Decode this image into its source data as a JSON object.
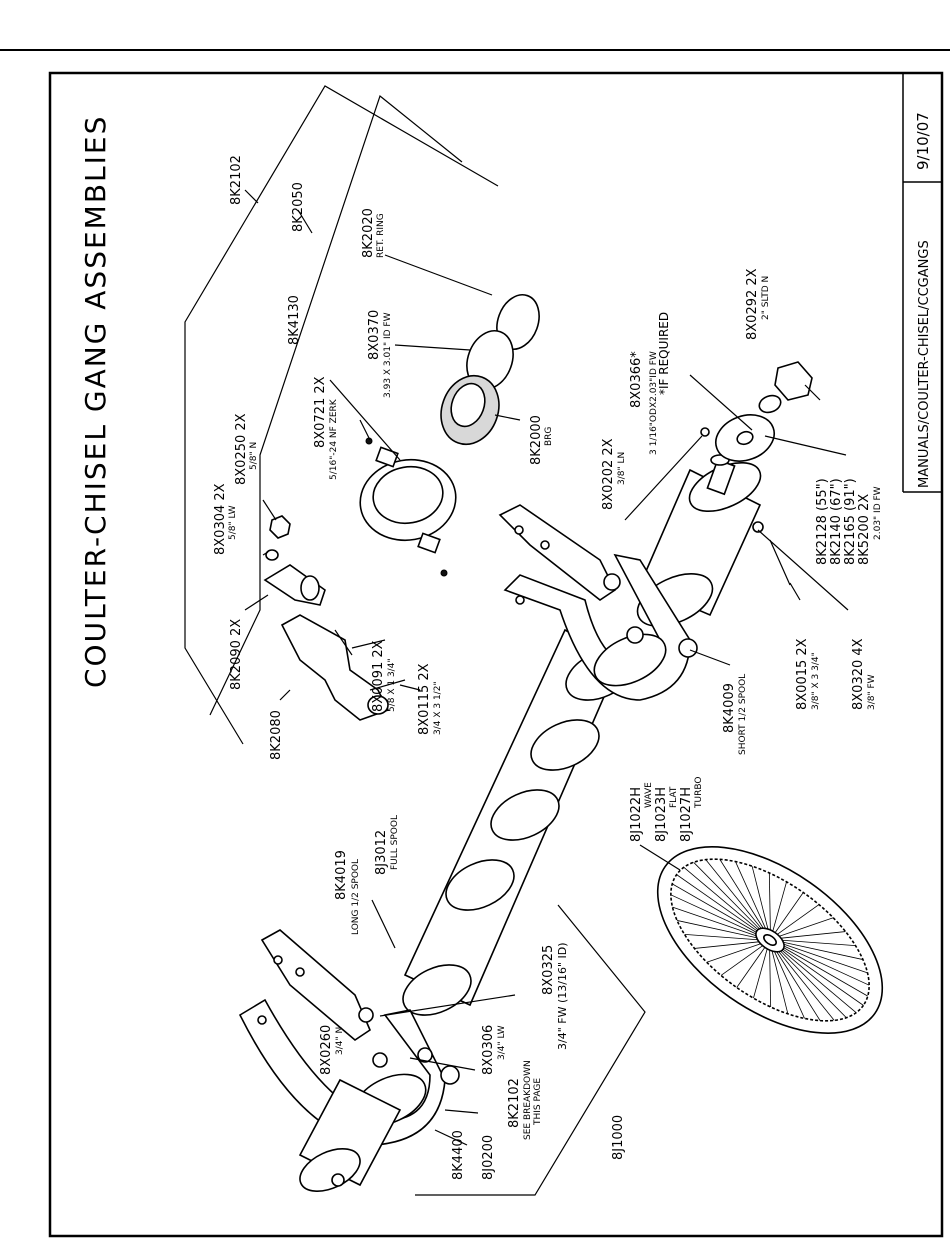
{
  "title": "COULTER-CHISEL GANG ASSEMBLIES",
  "title_block": {
    "path": "MANUALS/COULTER-CHISEL/CCGANGS",
    "date": "9/10/07"
  },
  "callouts": {
    "p8K2102_top": "8K2102",
    "p8K2050": "8K2050",
    "p8K2020": "8K2020",
    "p8K2020_sub": "RET. RING",
    "p8X0370": "8X0370",
    "p8X0370_sub": "3.93 X 3.01\" ID FW",
    "p8K2000": "8K2000",
    "p8K2000_sub": "BRG",
    "p8K4130": "8K4130",
    "p8X0721": "8X0721  2X",
    "p8X0721_sub": "5/16\"-24 NF ZERK",
    "p8X0250": "8X0250  2X",
    "p8X0250_sub": "5/8\" N",
    "p8X0304": "8X0304  2X",
    "p8X0304_sub": "5/8\" LW",
    "p8K2090": "8K2090  2X",
    "p8X0091": "8X0091  2X",
    "p8X0091_sub": "5/8 X 1 3/4\"",
    "p8X0115": "8X0115  2X",
    "p8X0115_sub": "3/4 X 3 1/2\"",
    "p8K2080": "8K2080",
    "p8X0366": "8X0366*",
    "p8X0366_sub": "3 1/16\"ODX2.03\"ID FW",
    "p8X0366_note": "*IF REQUIRED",
    "p8X0292": "8X0292  2X",
    "p8X0292_sub": "2\" SLTD N",
    "p8X0202": "8X0202  2X",
    "p8X0202_sub": "3/8\" LN",
    "p8K2128": "8K2128  (55\")",
    "p8K2140": "8K2140  (67\")",
    "p8K2165": "8K2165  (91\")",
    "p8K5200": "8K5200  2X",
    "p8K5200_sub": "2.03\" ID FW",
    "p8X0320": "8X0320  4X",
    "p8X0320_sub": "3/8\" FW",
    "p8X0015": "8X0015  2X",
    "p8X0015_sub": "3/8\" X 3 3/4\"",
    "p8K4009": "8K4009",
    "p8K4009_sub": "SHORT 1/2 SPOOL",
    "p8J1022H": "8J1022H",
    "p8J1022H_sub": "WAVE",
    "p8J1023H": "8J1023H",
    "p8J1023H_sub": "FLAT",
    "p8J1027H": "8J1027H",
    "p8J1027H_sub": "TURBO",
    "p8K4019": "8K4019",
    "p8K4019_sub": "LONG 1/2 SPOOL",
    "p8J3012": "8J3012",
    "p8J3012_sub": "FULL SPOOL",
    "p8X0325": "8X0325",
    "p8X0325_sub": "3/4\" FW (13/16\" ID)",
    "p8X0306": "8X0306",
    "p8X0306_sub": "3/4\" LW",
    "p8X0260": "8X0260",
    "p8X0260_sub": "3/4\" N",
    "p8K2102_bot": "8K2102",
    "p8K2102_bot_sub1": "SEE BREAKDOWN",
    "p8K2102_bot_sub2": "THIS PAGE",
    "p8J1000": "8J1000",
    "p8K4400": "8K4400",
    "p8J0200": "8J0200"
  }
}
